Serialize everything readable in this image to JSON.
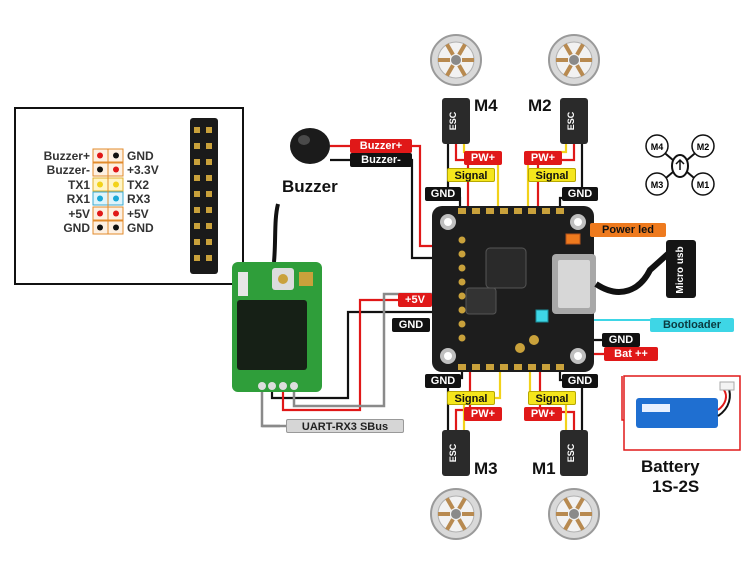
{
  "pinout": {
    "left": [
      "Buzzer+",
      "Buzzer-",
      "TX1",
      "RX1",
      "+5V",
      "GND"
    ],
    "right": [
      "GND",
      "+3.3V",
      "TX2",
      "RX3",
      "+5V",
      "GND"
    ]
  },
  "labels": {
    "buzzer": "Buzzer",
    "buzzer_plus": "Buzzer+",
    "buzzer_minus": "Buzzer-",
    "m1": "M1",
    "m2": "M2",
    "m3": "M3",
    "m4": "M4",
    "esc": "ESC",
    "gnd": "GND",
    "signal": "Signal",
    "pw_plus": "PW+",
    "power_led": "Power led",
    "micro_usb": "Micro usb",
    "bootloader": "Bootloader",
    "bat_plus": "Bat ++",
    "plus5v": "+5V",
    "uart": "UART-RX3 SBus",
    "battery_title": "Battery",
    "battery_sub": "1S-2S"
  },
  "mini_map": {
    "tl": "M4",
    "tr": "M2",
    "bl": "M3",
    "br": "M1"
  },
  "colors": {
    "wire_red": "#e01818",
    "wire_black": "#111111",
    "wire_yellow": "#f2d21a",
    "wire_gray": "#8a8a8a",
    "board": "#1d1d1d",
    "rx_board": "#2f9e3a",
    "bootloader": "#3ed6e6",
    "power_led": "#ee7a1e"
  }
}
